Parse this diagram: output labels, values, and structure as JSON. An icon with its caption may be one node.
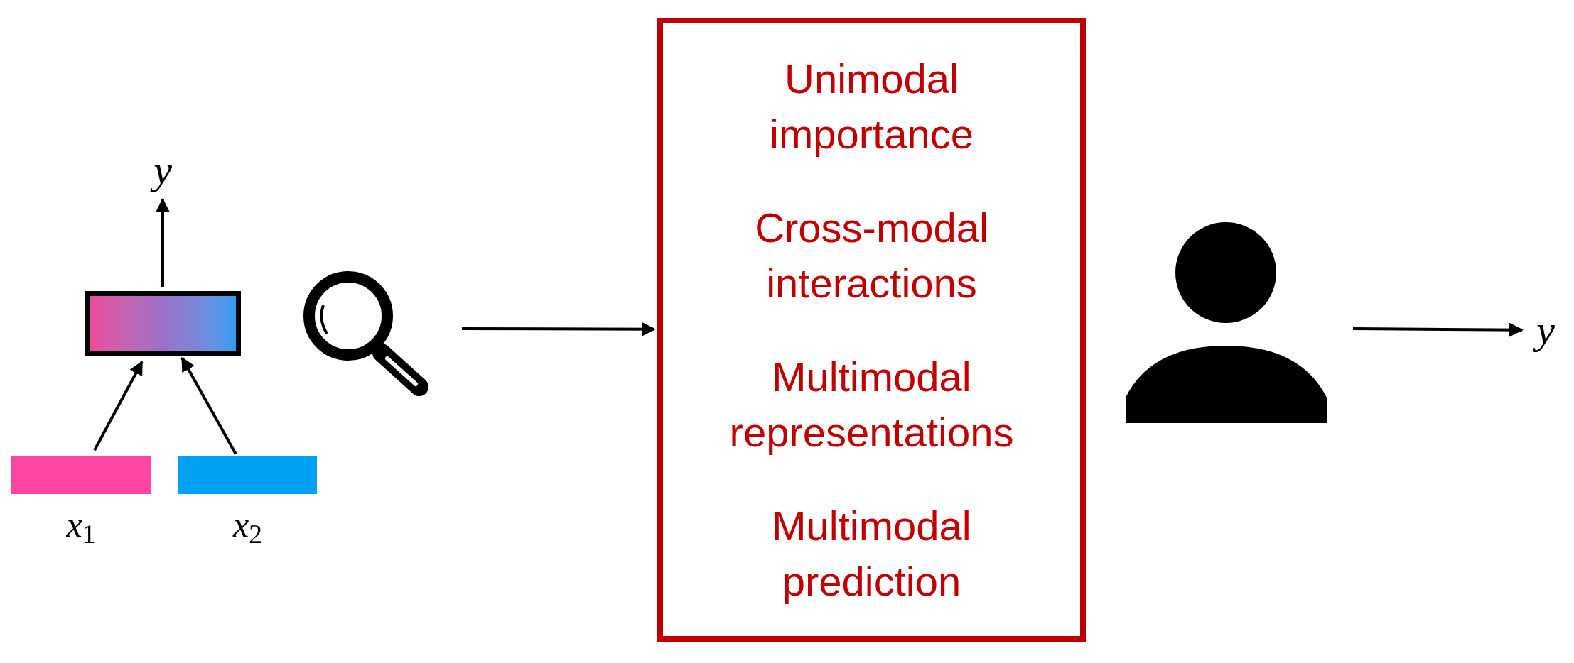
{
  "diagram": {
    "nodes": [
      {
        "text": [
          "y"
        ]
      },
      {
        "text": [],
        "shape": "box"
      },
      {
        "text": [],
        "shape": "bar",
        "beside": [
          "*x*$_{1}$"
        ]
      },
      {
        "text": [],
        "shape": "bar",
        "beside": [
          "*x*$_{2}$"
        ]
      },
      {
        "text": [
          "Unimodal importance",
          "Cross-modal interactions",
          "Multimodal representations",
          "Multimodal prediction"
        ]
      },
      {
        "text": [
          "y"
        ]
      }
    ],
    "edges": [
      {
        "from": 2,
        "to": 1,
        "arrow": "to"
      },
      {
        "from": 3,
        "to": 1,
        "arrow": "to"
      },
      {
        "from": 1,
        "to": 0,
        "arrow": "to"
      },
      {
        "from": null,
        "to": 4,
        "arrow": "to"
      },
      {
        "from": null,
        "to": 5,
        "arrow": "to"
      }
    ]
  }
}
